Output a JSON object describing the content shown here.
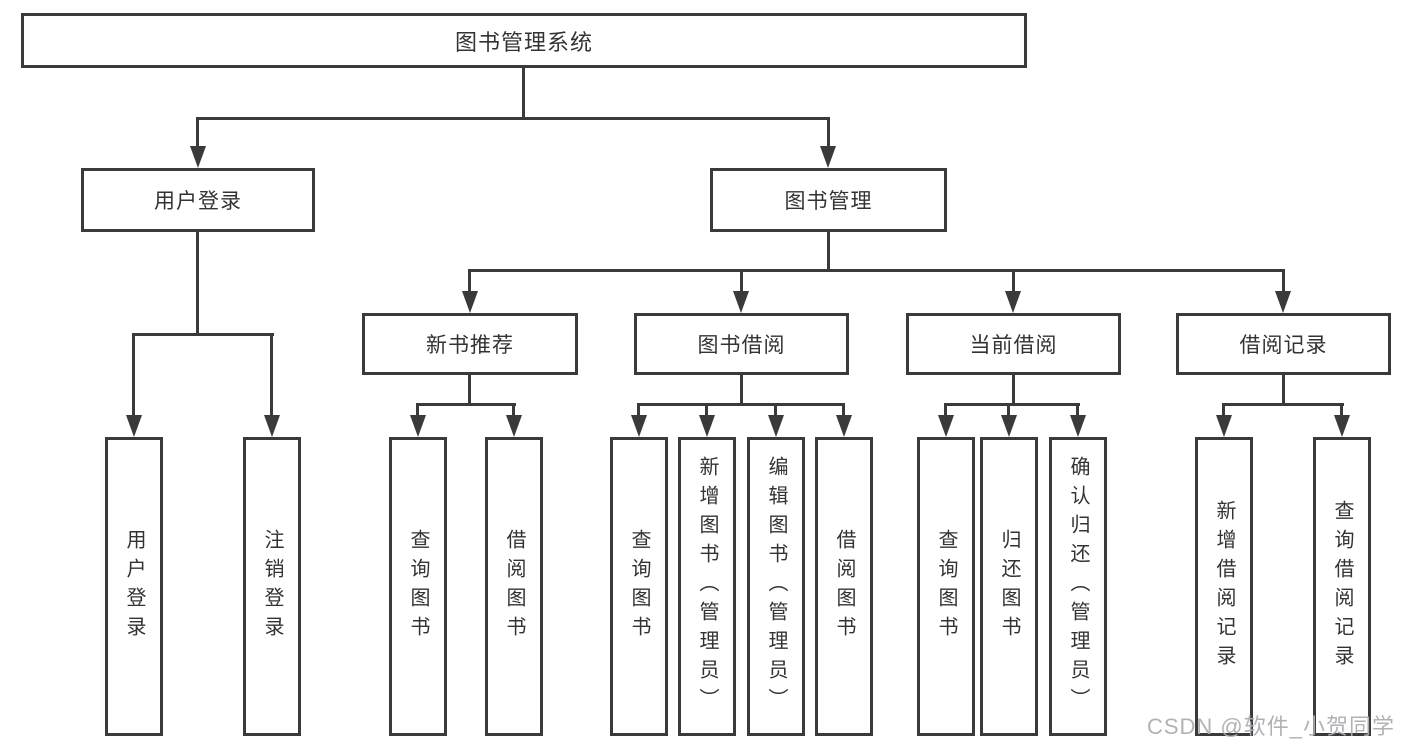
{
  "tree": {
    "label": "图书管理系统",
    "children": [
      {
        "label": "用户登录",
        "children": [
          {
            "label": "用户登录"
          },
          {
            "label": "注销登录"
          }
        ]
      },
      {
        "label": "图书管理",
        "children": [
          {
            "label": "新书推荐",
            "children": [
              {
                "label": "查询图书"
              },
              {
                "label": "借阅图书"
              }
            ]
          },
          {
            "label": "图书借阅",
            "children": [
              {
                "label": "查询图书"
              },
              {
                "label": "新增图书（管理员）"
              },
              {
                "label": "编辑图书（管理员）"
              },
              {
                "label": "借阅图书"
              }
            ]
          },
          {
            "label": "当前借阅",
            "children": [
              {
                "label": "查询图书"
              },
              {
                "label": "归还图书"
              },
              {
                "label": "确认归还（管理员）"
              }
            ]
          },
          {
            "label": "借阅记录",
            "children": [
              {
                "label": "新增借阅记录"
              },
              {
                "label": "查询借阅记录"
              }
            ]
          }
        ]
      }
    ]
  },
  "watermark": {
    "text": "CSDN @软件_小贺同学"
  },
  "colors": {
    "line": "#3a3a3a",
    "text": "#333333",
    "background": "#ffffff",
    "watermark": "#acaeb2"
  }
}
